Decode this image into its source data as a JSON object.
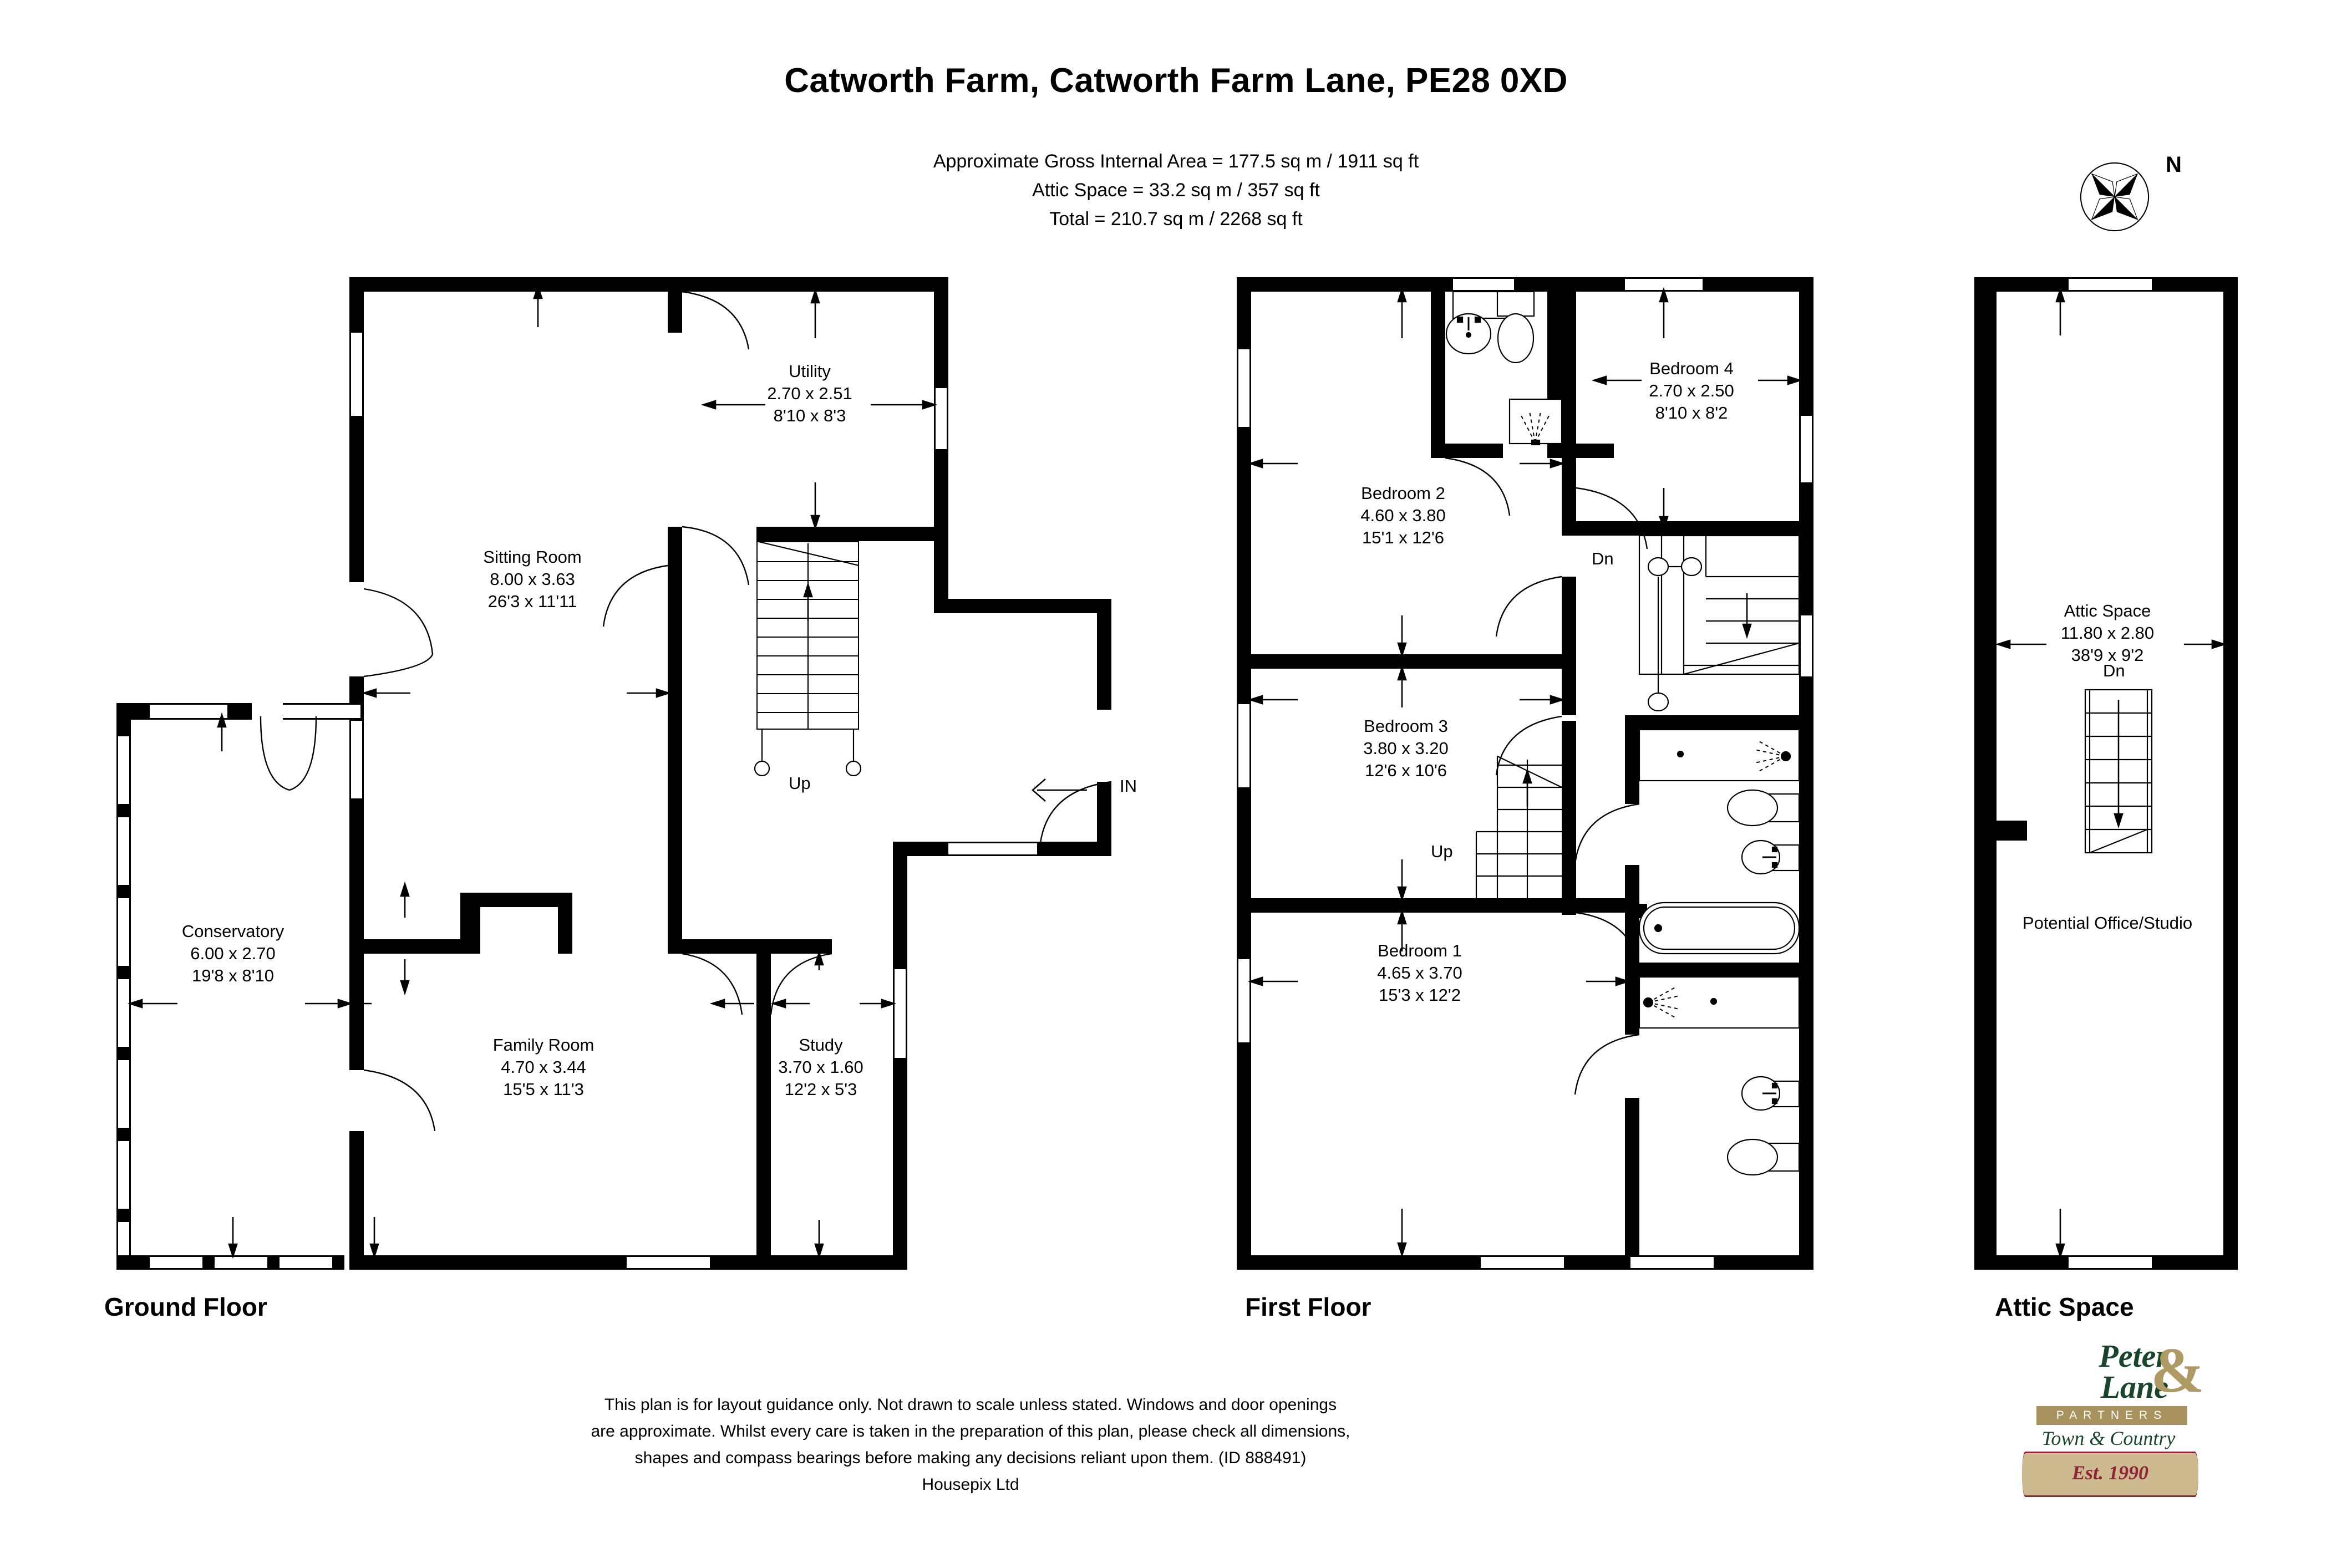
{
  "header": {
    "title": "Catworth Farm, Catworth Farm Lane, PE28 0XD",
    "area_line1": "Approximate Gross Internal Area = 177.5 sq m / 1911 sq ft",
    "area_line2": "Attic Space = 33.2 sq m / 357 sq ft",
    "area_line3": "Total = 210.7 sq m / 2268 sq ft"
  },
  "compass": {
    "north_label": "N",
    "icon": "compass-rose-icon"
  },
  "floors": [
    {
      "caption": "Ground Floor"
    },
    {
      "caption": "First Floor"
    },
    {
      "caption": "Attic Space"
    }
  ],
  "ground_floor": {
    "rooms": [
      {
        "name": "Sitting Room",
        "metric": "8.00 x 3.63",
        "imperial": "26'3 x 11'11"
      },
      {
        "name": "Utility",
        "metric": "2.70 x 2.51",
        "imperial": "8'10 x 8'3"
      },
      {
        "name": "Conservatory",
        "metric": "6.00 x 2.70",
        "imperial": "19'8 x 8'10"
      },
      {
        "name": "Family Room",
        "metric": "4.70 x 3.44",
        "imperial": "15'5 x 11'3"
      },
      {
        "name": "Study",
        "metric": "3.70 x 1.60",
        "imperial": "12'2 x 5'3"
      }
    ],
    "stair_label": "Up",
    "entrance_label": "IN"
  },
  "first_floor": {
    "rooms": [
      {
        "name": "Bedroom 2",
        "metric": "4.60 x 3.80",
        "imperial": "15'1 x 12'6"
      },
      {
        "name": "Bedroom 4",
        "metric": "2.70 x 2.50",
        "imperial": "8'10 x 8'2"
      },
      {
        "name": "Bedroom 3",
        "metric": "3.80 x 3.20",
        "imperial": "12'6 x 10'6"
      },
      {
        "name": "Bedroom 1",
        "metric": "4.65 x 3.70",
        "imperial": "15'3 x 12'2"
      }
    ],
    "stair_down_label": "Dn",
    "stair_up_label": "Up"
  },
  "attic": {
    "room": {
      "name": "Attic Space",
      "metric": "11.80 x 2.80",
      "imperial": "38'9 x 9'2"
    },
    "stair_down_label": "Dn",
    "note": "Potential Office/Studio"
  },
  "disclaimer": {
    "line1": "This plan is for layout guidance only. Not drawn to scale unless stated. Windows and door openings",
    "line2": "are approximate. Whilst every care is taken in the preparation of this plan, please check all dimensions,",
    "line3": "shapes and compass bearings before making any decisions reliant upon them. (ID 888491)",
    "line4": "Housepix Ltd"
  },
  "logo": {
    "name_line1": "Peter",
    "name_line2": "Lane",
    "ampersand": "&",
    "partners": "PARTNERS",
    "tagline": "Town & Country",
    "established": "Est. 1990",
    "colors": {
      "green": "#19452c",
      "gold": "#a8935f",
      "maroon": "#8d2437",
      "ribbon": "#cdba8f"
    }
  }
}
